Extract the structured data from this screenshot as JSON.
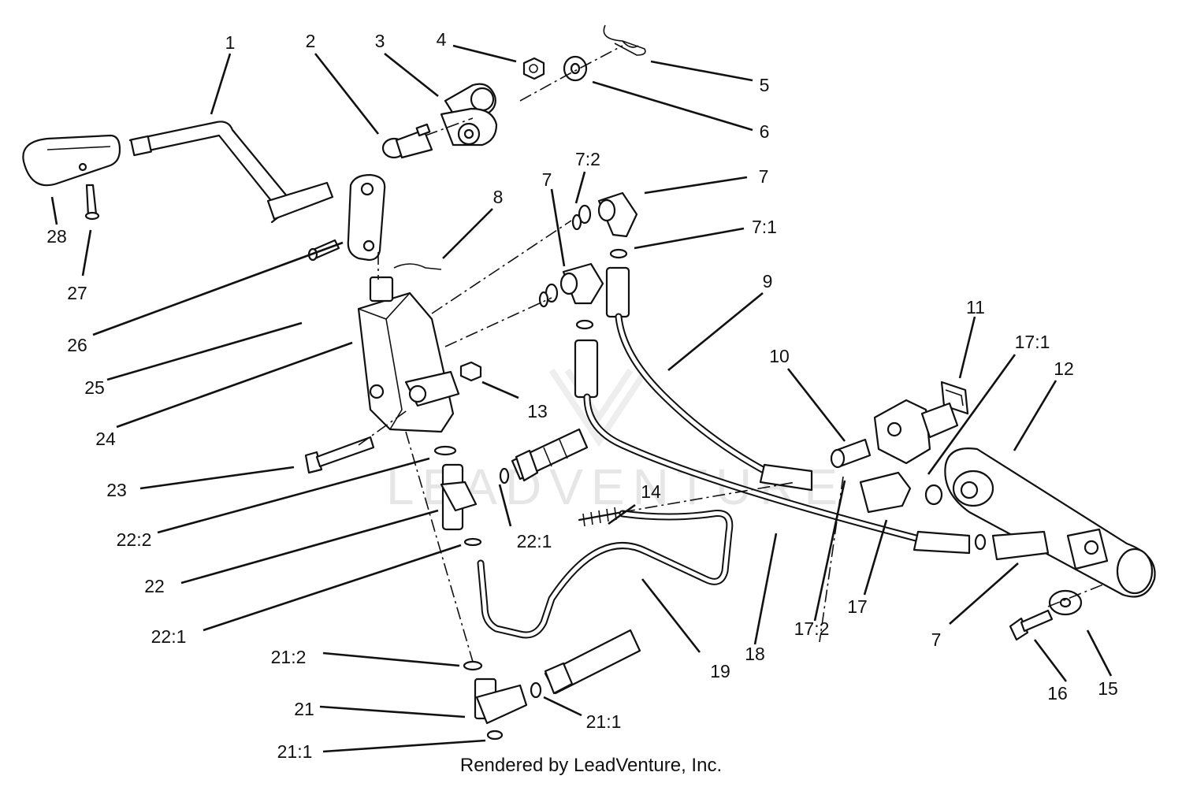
{
  "watermark": "LEADVENTURE",
  "footer": "Rendered by LeadVenture, Inc.",
  "callouts": [
    {
      "id": "1",
      "label": "1"
    },
    {
      "id": "2",
      "label": "2"
    },
    {
      "id": "3",
      "label": "3"
    },
    {
      "id": "4",
      "label": "4"
    },
    {
      "id": "5",
      "label": "5"
    },
    {
      "id": "6",
      "label": "6"
    },
    {
      "id": "7:2",
      "label": "7:2"
    },
    {
      "id": "7a",
      "label": "7"
    },
    {
      "id": "7b",
      "label": "7"
    },
    {
      "id": "7:1",
      "label": "7:1"
    },
    {
      "id": "8",
      "label": "8"
    },
    {
      "id": "9",
      "label": "9"
    },
    {
      "id": "10",
      "label": "10"
    },
    {
      "id": "11",
      "label": "11"
    },
    {
      "id": "17:1",
      "label": "17:1"
    },
    {
      "id": "12",
      "label": "12"
    },
    {
      "id": "13",
      "label": "13"
    },
    {
      "id": "14",
      "label": "14"
    },
    {
      "id": "28",
      "label": "28"
    },
    {
      "id": "27",
      "label": "27"
    },
    {
      "id": "26",
      "label": "26"
    },
    {
      "id": "25",
      "label": "25"
    },
    {
      "id": "24",
      "label": "24"
    },
    {
      "id": "23",
      "label": "23"
    },
    {
      "id": "22:2",
      "label": "22:2"
    },
    {
      "id": "22:1a",
      "label": "22:1"
    },
    {
      "id": "22",
      "label": "22"
    },
    {
      "id": "22:1b",
      "label": "22:1"
    },
    {
      "id": "21:2",
      "label": "21:2"
    },
    {
      "id": "21",
      "label": "21"
    },
    {
      "id": "21:1a",
      "label": "21:1"
    },
    {
      "id": "21:1b",
      "label": "21:1"
    },
    {
      "id": "19",
      "label": "19"
    },
    {
      "id": "18",
      "label": "18"
    },
    {
      "id": "17:2",
      "label": "17:2"
    },
    {
      "id": "17",
      "label": "17"
    },
    {
      "id": "7c",
      "label": "7"
    },
    {
      "id": "16",
      "label": "16"
    },
    {
      "id": "15",
      "label": "15"
    }
  ]
}
